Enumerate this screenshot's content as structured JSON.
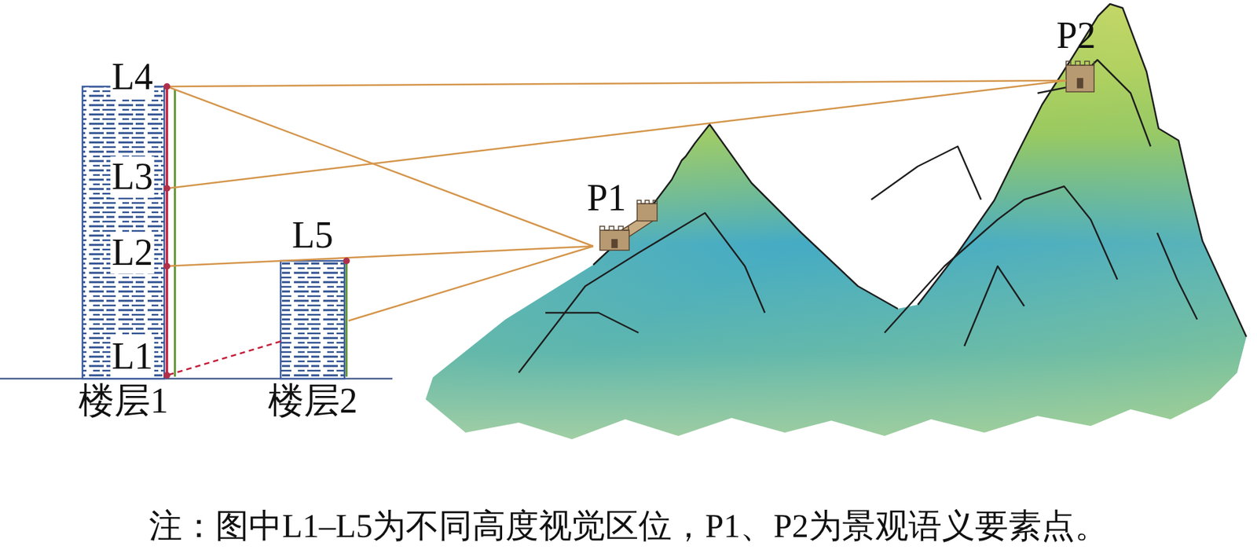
{
  "diagram": {
    "caption": "注：图中L1–L5为不同高度视觉区位，P1、P2为景观语义要素点。",
    "nodes": [
      {
        "text": [
          "楼层1"
        ]
      },
      {
        "text": [
          "楼层2"
        ]
      }
    ],
    "labels": [
      "L4",
      "L3",
      "L2",
      "L1",
      "L5",
      "P1",
      "P2"
    ]
  }
}
